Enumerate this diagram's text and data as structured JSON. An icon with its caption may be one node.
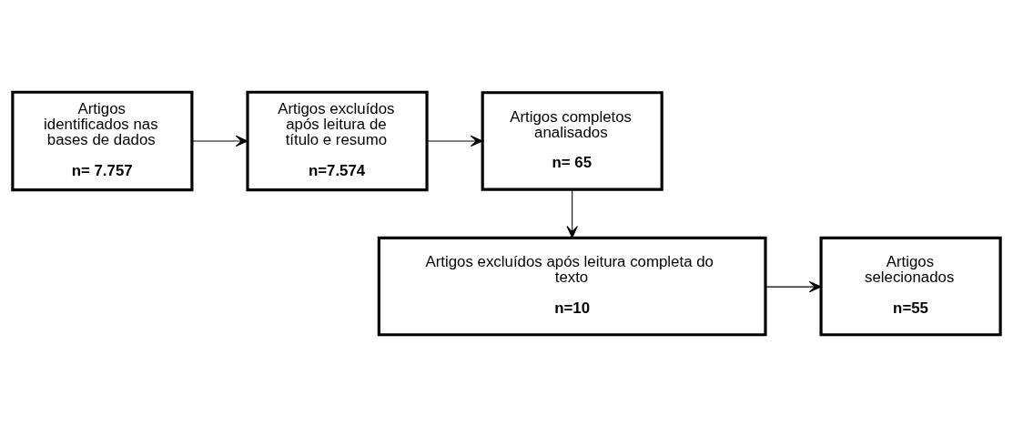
{
  "diagram": {
    "nodes": [
      {
        "text": [
          "Artigos identificados nas bases de dados",
          "n= 7.757"
        ]
      },
      {
        "text": [
          "Artigos excluídos após leitura de título e resumo",
          "n=7.574"
        ]
      },
      {
        "text": [
          "Artigos completos analisados",
          "n= 65"
        ]
      },
      {
        "text": [
          "Artigos excluídos após leitura completa do texto",
          "n=10"
        ]
      },
      {
        "text": [
          "Artigos selecionados",
          "n=55"
        ]
      }
    ],
    "edges": [
      {
        "from": 0,
        "to": 1,
        "arrow": "to"
      },
      {
        "from": 1,
        "to": 2,
        "arrow": "to"
      },
      {
        "from": 2,
        "to": 3,
        "arrow": "to"
      },
      {
        "from": 3,
        "to": 4,
        "arrow": "to"
      }
    ]
  }
}
